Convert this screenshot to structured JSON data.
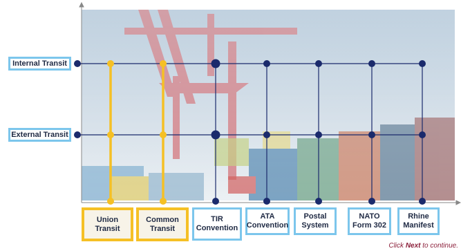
{
  "diagram": {
    "rows": [
      {
        "id": "internal",
        "label": "Internal Transit"
      },
      {
        "id": "external",
        "label": "External Transit"
      }
    ],
    "columns": [
      {
        "id": "union",
        "label": [
          "Union",
          "Transit"
        ],
        "group": "union"
      },
      {
        "id": "common",
        "label": [
          "Common",
          "Transit"
        ],
        "group": "union"
      },
      {
        "id": "tir",
        "label": [
          "TIR",
          "Convention"
        ],
        "group": "other"
      },
      {
        "id": "ata",
        "label": [
          "ATA",
          "Convention"
        ],
        "group": "other"
      },
      {
        "id": "postal",
        "label": [
          "Postal",
          "System"
        ],
        "group": "other"
      },
      {
        "id": "nato",
        "label": [
          "NATO",
          "Form 302"
        ],
        "group": "other"
      },
      {
        "id": "rhine",
        "label": [
          "Rhine",
          "Manifest"
        ],
        "group": "other"
      }
    ]
  },
  "footer": {
    "prefix": "Click",
    "emphasis": "Next",
    "suffix": "to continue."
  },
  "colors": {
    "grid_line": "#1a2a6c",
    "node": "#1a2a6c",
    "union_line": "#f5c025",
    "row_border": "#7cc6ec",
    "axis": "#888888"
  }
}
